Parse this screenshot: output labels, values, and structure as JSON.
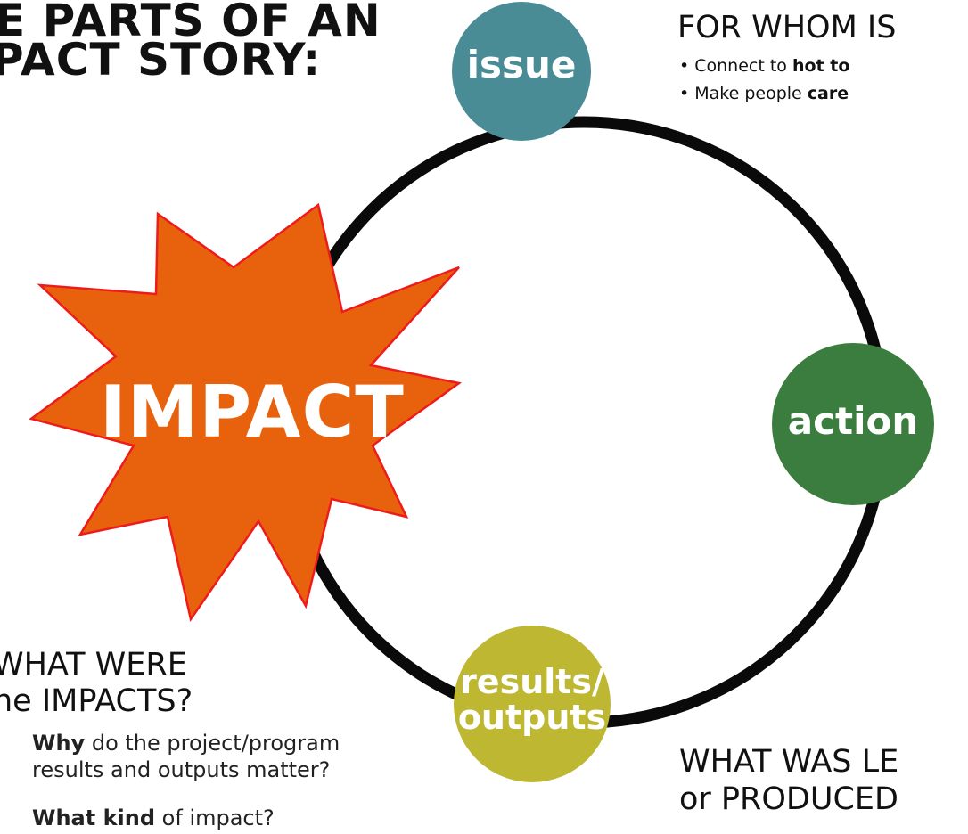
{
  "title": {
    "line1": "E PARTS OF AN",
    "line2": "PACT STORY:"
  },
  "nodes": {
    "issue": {
      "label": "issue",
      "color": "#4a8c96"
    },
    "action": {
      "label": "action",
      "color": "#3a7d3e"
    },
    "results": {
      "line1": "results/",
      "line2": "outputs",
      "color": "#bdb731"
    }
  },
  "ring_color": "#0a0a0a",
  "starburst": {
    "label": "IMPACT",
    "fill": "#e8620e",
    "outline": "#ee1b1b"
  },
  "issue_question": {
    "heading": "FOR WHOM IS",
    "bullets": [
      {
        "prefix": "• Connect to ",
        "bold": "hot to",
        "suffix": ""
      },
      {
        "prefix": "• Make people ",
        "bold": "care",
        "suffix": ""
      }
    ]
  },
  "impact_question": {
    "line1": "WHAT WERE",
    "line2": "he IMPACTS?",
    "body": [
      {
        "bold": "Why",
        "text": " do the project/program"
      },
      {
        "bold": "",
        "text": "results and outputs matter?"
      },
      {
        "bold": "What kind",
        "text": " of impact?"
      }
    ]
  },
  "results_question": {
    "line1": "WHAT WAS LE",
    "line2": "or PRODUCED"
  }
}
